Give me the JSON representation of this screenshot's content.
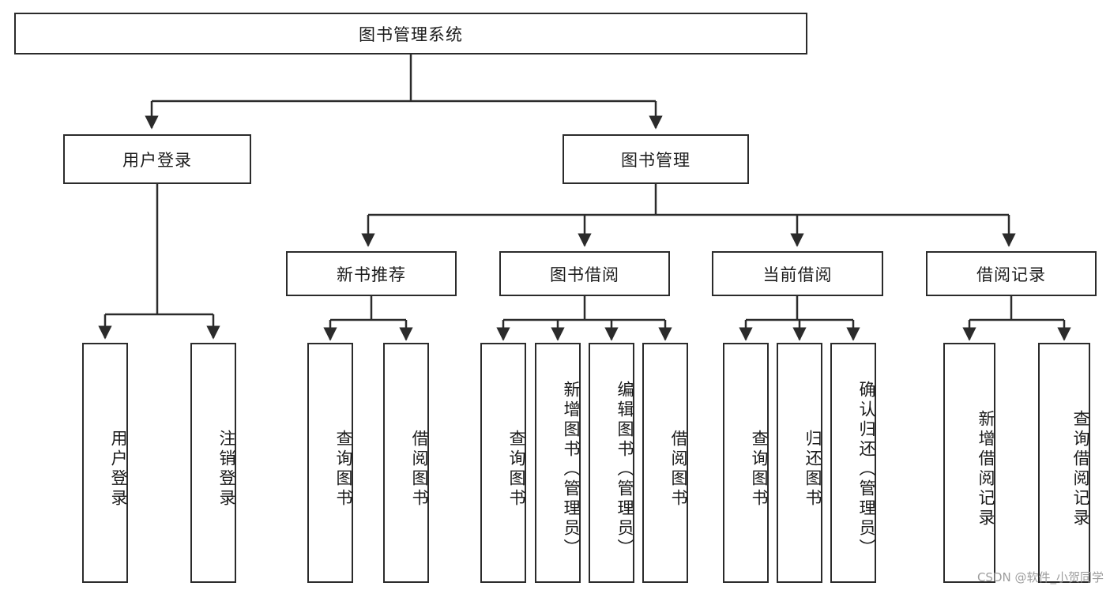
{
  "diagram": {
    "type": "tree",
    "title": "图书管理系统",
    "root": {
      "label": "图书管理系统"
    },
    "level2": [
      {
        "label": "用户登录"
      },
      {
        "label": "图书管理"
      }
    ],
    "level3": [
      {
        "label": "新书推荐"
      },
      {
        "label": "图书借阅"
      },
      {
        "label": "当前借阅"
      },
      {
        "label": "借阅记录"
      }
    ],
    "leaves": {
      "user_login": [
        {
          "label": "用户登录"
        },
        {
          "label": "注销登录"
        }
      ],
      "new_book_recommend": [
        {
          "label": "查询图书"
        },
        {
          "label": "借阅图书"
        }
      ],
      "book_borrow": [
        {
          "label": "查询图书"
        },
        {
          "label": "新增图书（管理员）"
        },
        {
          "label": "编辑图书（管理员）"
        },
        {
          "label": "借阅图书"
        }
      ],
      "current_borrow": [
        {
          "label": "查询图书"
        },
        {
          "label": "归还图书"
        },
        {
          "label": "确认归还（管理员）"
        }
      ],
      "borrow_record": [
        {
          "label": "新增借阅记录"
        },
        {
          "label": "查询借阅记录"
        }
      ]
    }
  },
  "watermark": {
    "text": "CSDN @软件_小贺同学"
  },
  "colors": {
    "stroke": "#2b2b2b",
    "background": "#ffffff",
    "text": "#1b1b1b",
    "watermark": "#9d9d9d"
  }
}
